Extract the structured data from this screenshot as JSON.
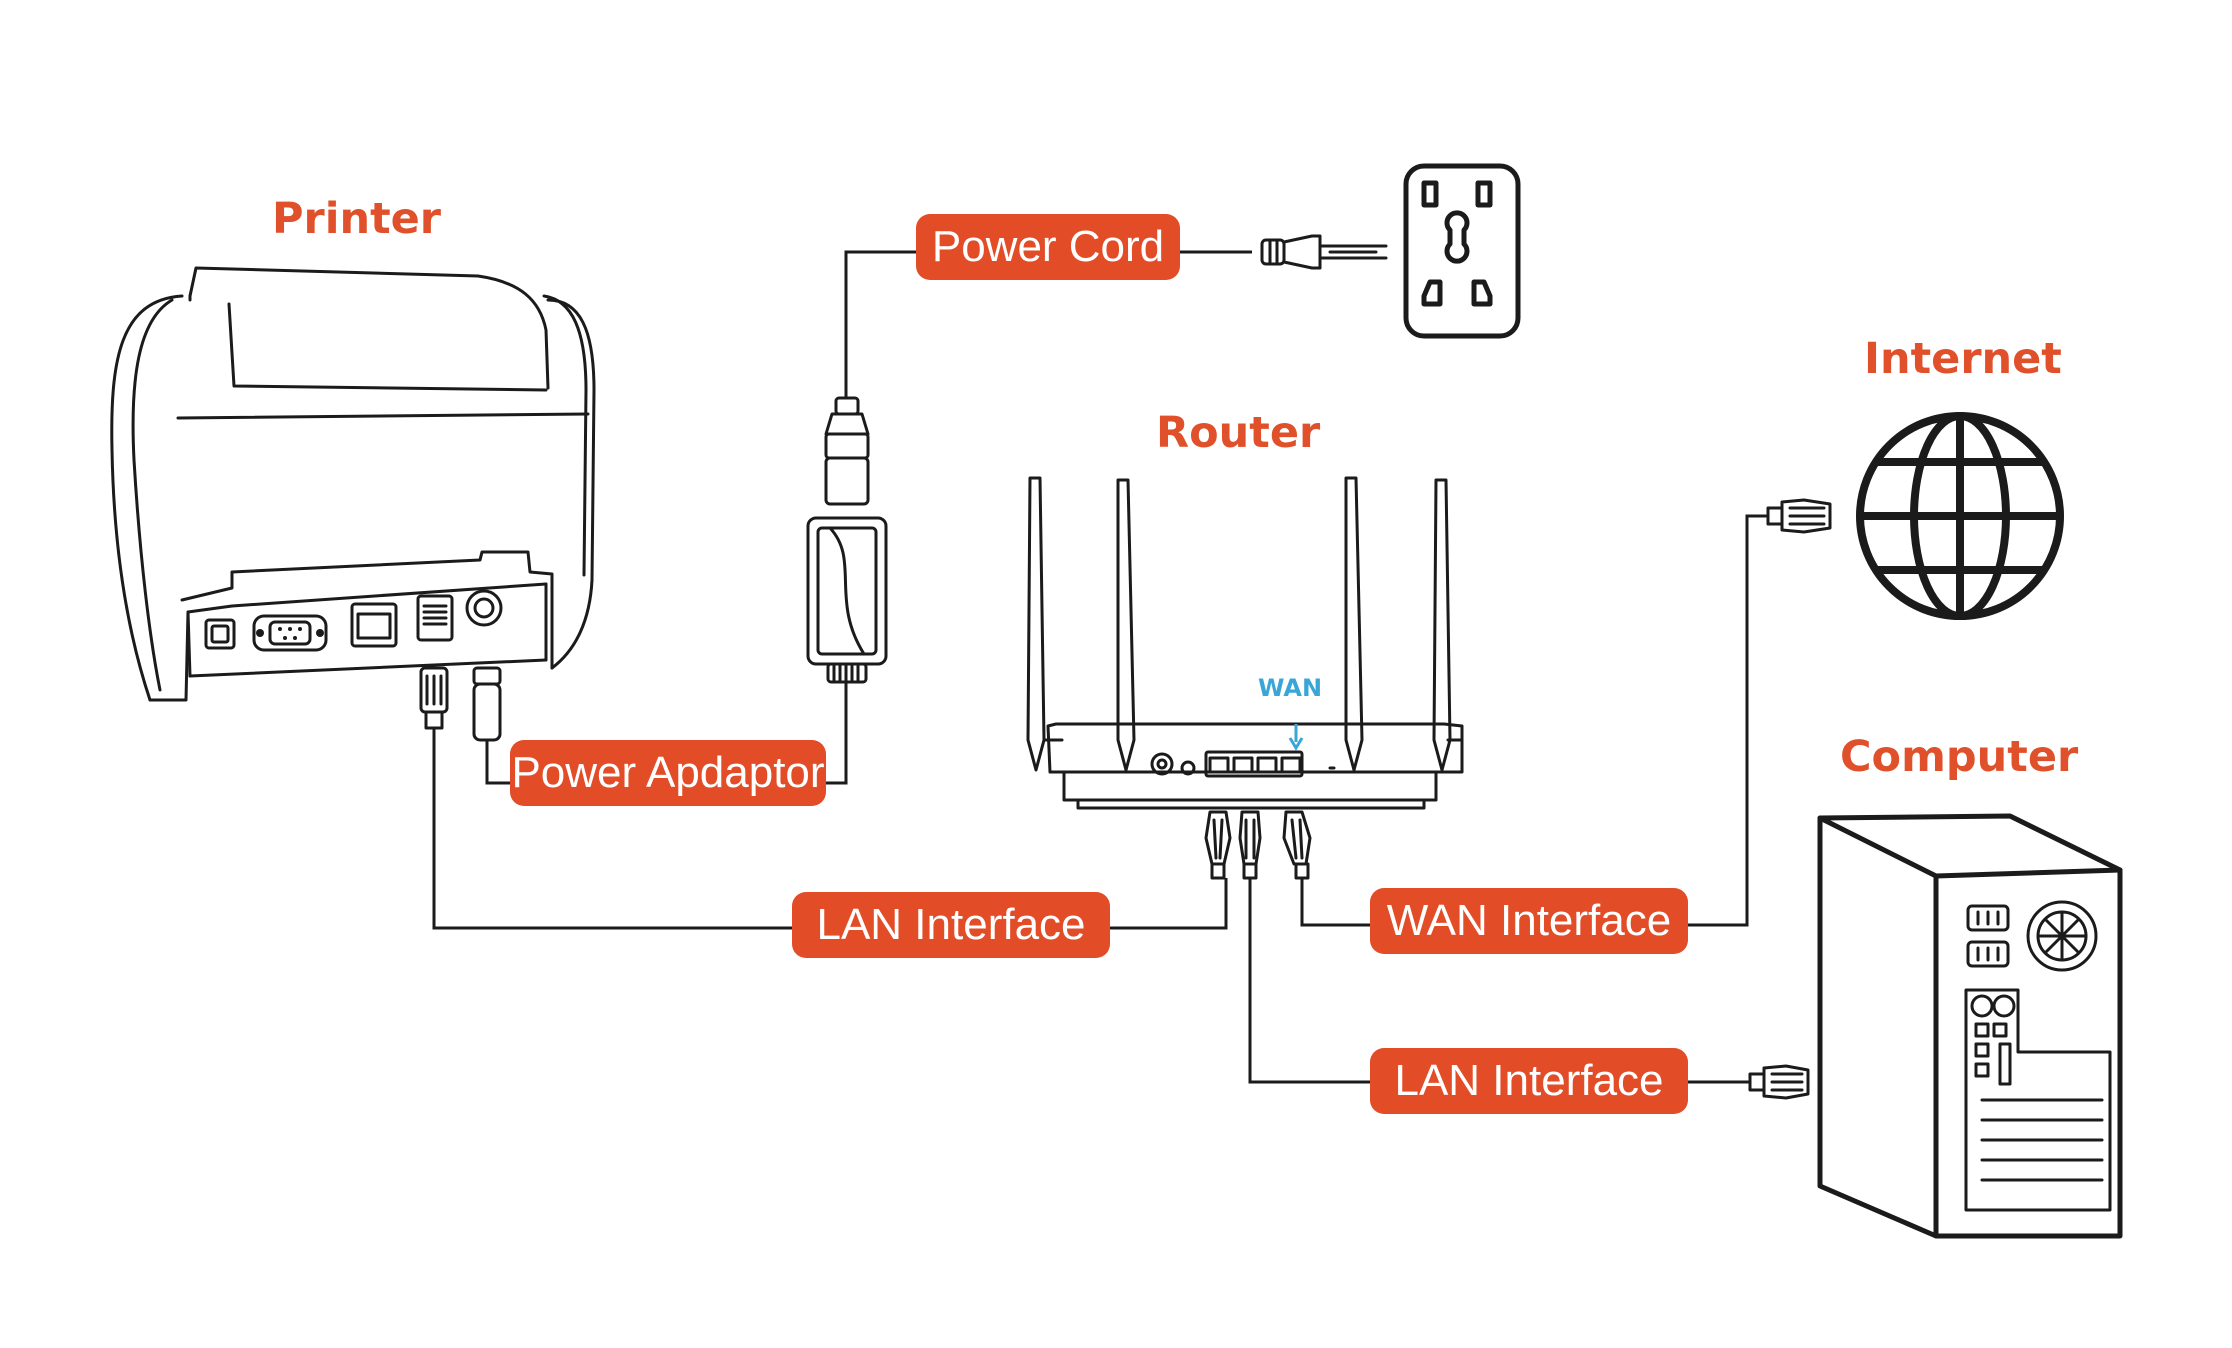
{
  "devices": {
    "printer": "Printer",
    "router": "Router",
    "internet": "Internet",
    "computer": "Computer",
    "wan_port": "WAN"
  },
  "connections": {
    "power_cord": "Power Cord",
    "power_adaptor": "Power Apdaptor",
    "lan_printer": "LAN Interface",
    "wan": "WAN Interface",
    "lan_computer": "LAN Interface"
  },
  "colors": {
    "accent": "#e24c27",
    "line": "#1b1b1b",
    "wan_label": "#3aa6d8"
  },
  "icons": [
    "printer-icon",
    "power-outlet-icon",
    "power-adapter-icon",
    "router-icon",
    "globe-icon",
    "computer-tower-icon",
    "rj45-plug-icon",
    "power-plug-icon"
  ]
}
